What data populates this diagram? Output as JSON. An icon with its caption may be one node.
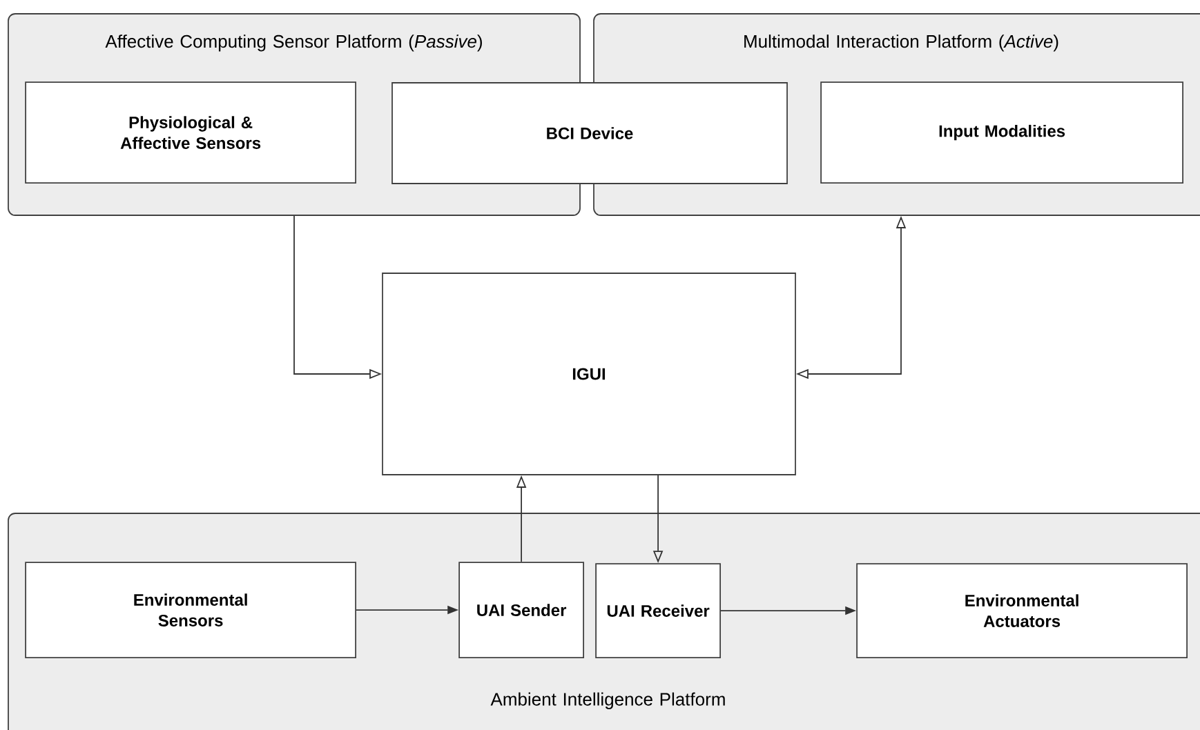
{
  "diagram": {
    "nodes": [
      {
        "text": [
          "Affective Computing Sensor Platform (*Passive*)"
        ]
      },
      {
        "text": [
          "Physiological & Affective Sensors"
        ],
        "in": 0
      },
      {
        "text": [
          "BCI Device"
        ]
      },
      {
        "text": [
          "Multimodal Interaction Platform (*Active*)"
        ]
      },
      {
        "text": [
          "Input Modalities"
        ],
        "in": 3
      },
      {
        "text": [
          "IGUI"
        ]
      },
      {
        "text": [
          "Ambient Intelligence Platform"
        ]
      },
      {
        "text": [
          "Environmental Sensors"
        ],
        "in": 6
      },
      {
        "text": [
          "UAI Sender"
        ],
        "in": 6
      },
      {
        "text": [
          "UAI Receiver"
        ],
        "in": 6
      },
      {
        "text": [
          "Environmental Actuators"
        ],
        "in": 6
      }
    ],
    "edges": [
      {
        "from": 0,
        "to": 5,
        "arrow": "to"
      },
      {
        "from": 5,
        "to": 3,
        "arrow": "both"
      },
      {
        "from": 8,
        "to": 5,
        "arrow": "to"
      },
      {
        "from": 5,
        "to": 9,
        "arrow": "to"
      },
      {
        "from": 7,
        "to": 8,
        "arrow": "to"
      },
      {
        "from": 9,
        "to": 10,
        "arrow": "to"
      }
    ]
  }
}
